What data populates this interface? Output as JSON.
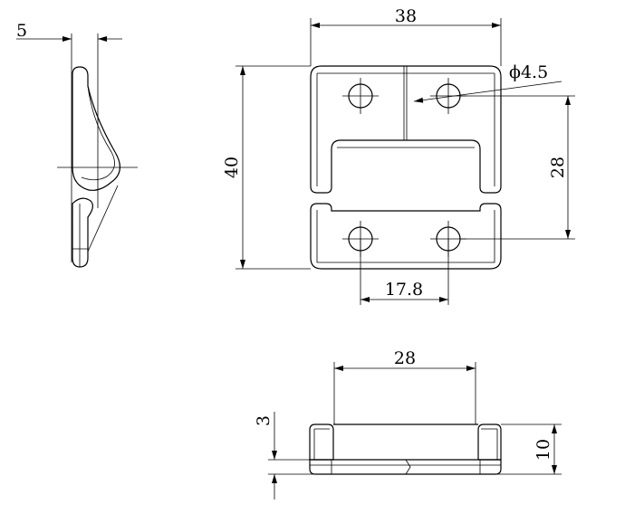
{
  "drawing": {
    "side_view": {
      "dim_thickness": "5"
    },
    "front_view": {
      "dim_width": "38",
      "dim_height": "40",
      "dim_hole_diameter": "ϕ4.5",
      "dim_hole_vertical_spacing": "28",
      "dim_hole_horizontal_spacing": "17.8"
    },
    "bottom_view": {
      "dim_slot_width": "28",
      "dim_base_thickness": "3",
      "dim_height": "10"
    }
  }
}
